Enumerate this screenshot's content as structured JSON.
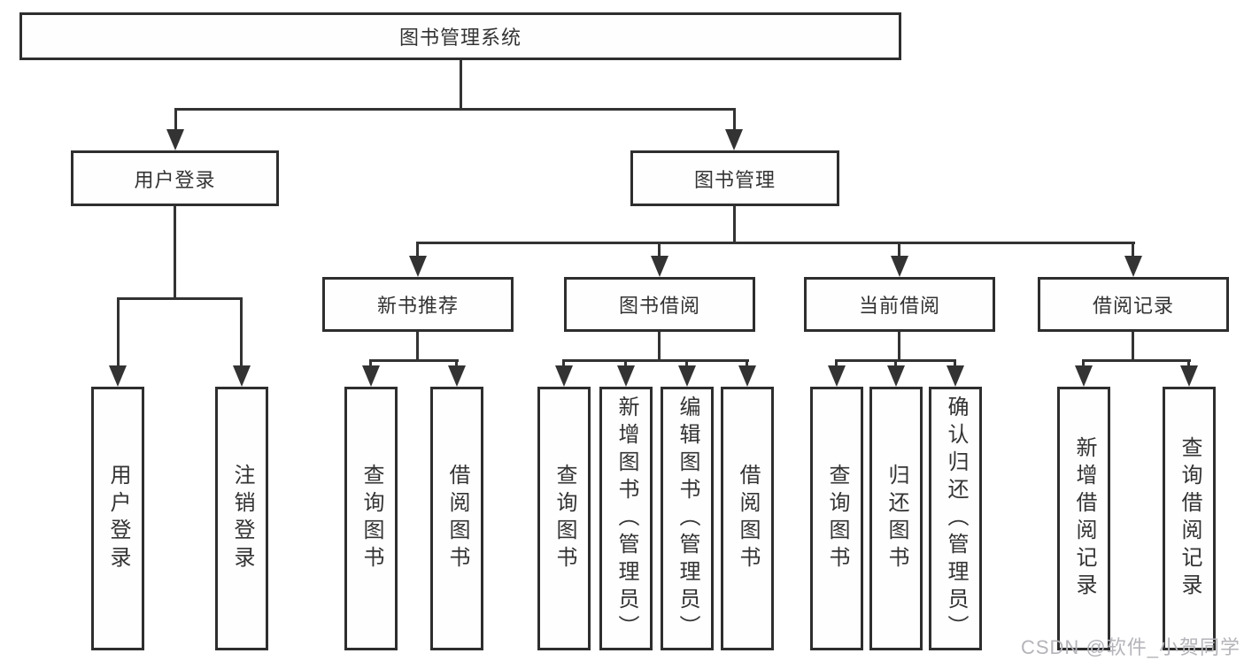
{
  "diagram": {
    "root": {
      "label": "图书管理系统"
    },
    "branches": [
      {
        "label": "用户登录",
        "children": [
          {
            "label": "用户登录"
          },
          {
            "label": "注销登录"
          }
        ]
      },
      {
        "label": "图书管理",
        "children": [
          {
            "label": "新书推荐",
            "children": [
              {
                "label": "查询图书"
              },
              {
                "label": "借阅图书"
              }
            ]
          },
          {
            "label": "图书借阅",
            "children": [
              {
                "label": "查询图书"
              },
              {
                "label": "新增图书（管理员）"
              },
              {
                "label": "编辑图书（管理员）"
              },
              {
                "label": "借阅图书"
              }
            ]
          },
          {
            "label": "当前借阅",
            "children": [
              {
                "label": "查询图书"
              },
              {
                "label": "归还图书"
              },
              {
                "label": "确认归还（管理员）"
              }
            ]
          },
          {
            "label": "借阅记录",
            "children": [
              {
                "label": "新增借阅记录"
              },
              {
                "label": "查询借阅记录"
              }
            ]
          }
        ]
      }
    ]
  },
  "watermark": {
    "text": "CSDN @软件_小贺同学"
  },
  "colors": {
    "bg_color": "#ffffff",
    "box_fill": "#fefefe",
    "box_border": "#2e2e2e",
    "line_color": "#333333",
    "text_color": "#333333",
    "watermark_color": "#b4b4ba"
  }
}
